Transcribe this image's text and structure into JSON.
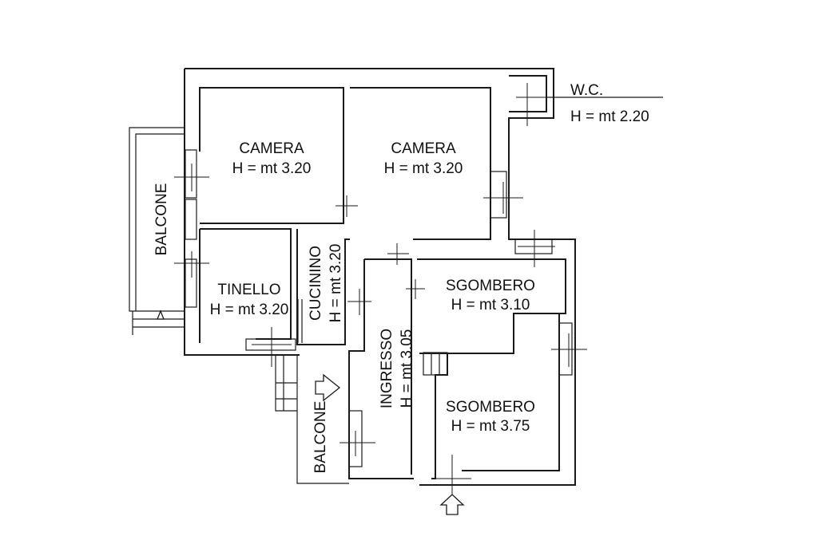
{
  "rooms": {
    "camera_left": {
      "name": "CAMERA",
      "height": "H = mt 3.20"
    },
    "camera_right": {
      "name": "CAMERA",
      "height": "H = mt 3.20"
    },
    "tinello": {
      "name": "TINELLO",
      "height": "H = mt 3.20"
    },
    "cucinino": {
      "name": "CUCININO",
      "height": "H = mt 3.20"
    },
    "ingresso": {
      "name": "INGRESSO",
      "height": "H = mt 3.05"
    },
    "sgombero_top": {
      "name": "SGOMBERO",
      "height": "H = mt 3.10"
    },
    "sgombero_bot": {
      "name": "SGOMBERO",
      "height": "H = mt 3.75"
    },
    "wc": {
      "name": "W.C.",
      "height": "H = mt 2.20"
    },
    "balcone_left": {
      "name": "BALCONE"
    },
    "balcone_bottom": {
      "name": "BALCONE"
    }
  }
}
